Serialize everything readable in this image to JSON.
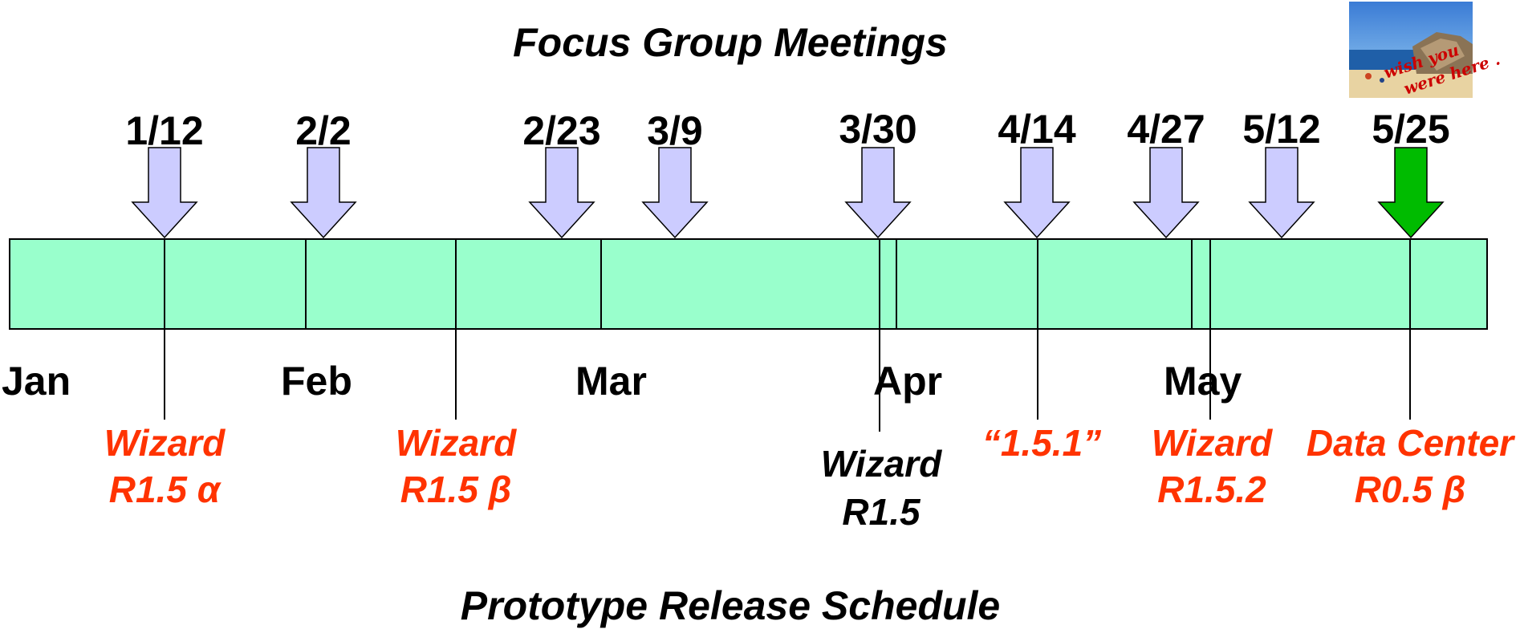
{
  "top_title": "Focus Group Meetings",
  "bottom_title": "Prototype Release Schedule",
  "colors": {
    "bar_fill": "#99ffcc",
    "arrow_fill": "#ccccff",
    "arrow_highlight": "#00bb00",
    "release_red": "#ff3300",
    "release_black": "#000000"
  },
  "meetings": [
    {
      "label": "1/12",
      "highlight": false
    },
    {
      "label": "2/2",
      "highlight": false
    },
    {
      "label": "2/23",
      "highlight": false
    },
    {
      "label": "3/9",
      "highlight": false
    },
    {
      "label": "3/30",
      "highlight": false
    },
    {
      "label": "4/14",
      "highlight": false
    },
    {
      "label": "4/27",
      "highlight": false
    },
    {
      "label": "5/12",
      "highlight": false
    },
    {
      "label": "5/25",
      "highlight": true
    }
  ],
  "months": [
    "Jan",
    "Feb",
    "Mar",
    "Apr",
    "May"
  ],
  "releases": [
    {
      "line1": "Wizard",
      "line2": "R1.5 α",
      "color": "red"
    },
    {
      "line1": "Wizard",
      "line2": "R1.5 β",
      "color": "red"
    },
    {
      "line1": "Wizard",
      "line2": "R1.5",
      "color": "black"
    },
    {
      "line1": "“1.5.1”",
      "line2": "",
      "color": "red"
    },
    {
      "line1": "Wizard",
      "line2": "R1.5.2",
      "color": "red"
    },
    {
      "line1": "Data Center",
      "line2": "R0.5 β",
      "color": "red"
    }
  ],
  "photo_caption": [
    "wish you",
    "were here ."
  ]
}
